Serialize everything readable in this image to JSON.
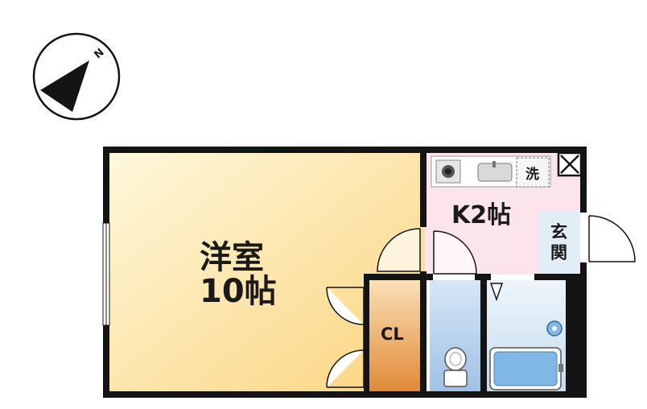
{
  "compass": {
    "north_label": "N",
    "icon": "north-arrow-icon"
  },
  "rooms": {
    "western_room": {
      "name": "洋室",
      "size": "10帖"
    },
    "kitchen": {
      "label": "K2帖"
    },
    "closet": {
      "label": "CL"
    },
    "entrance": {
      "line1": "玄",
      "line2": "関"
    },
    "washer": {
      "label": "洗"
    }
  },
  "colors": {
    "western_room_light": "#fdf3c8",
    "western_room_dark": "#fbd98a",
    "kitchen": "#fbe3ea",
    "closet_light": "#f8c78c",
    "closet_dark": "#de8a38",
    "toilet": "#bcd3ec",
    "bath_room": "#d9e9f6",
    "bathtub": "#7fb8e6",
    "wall": "#141414"
  }
}
